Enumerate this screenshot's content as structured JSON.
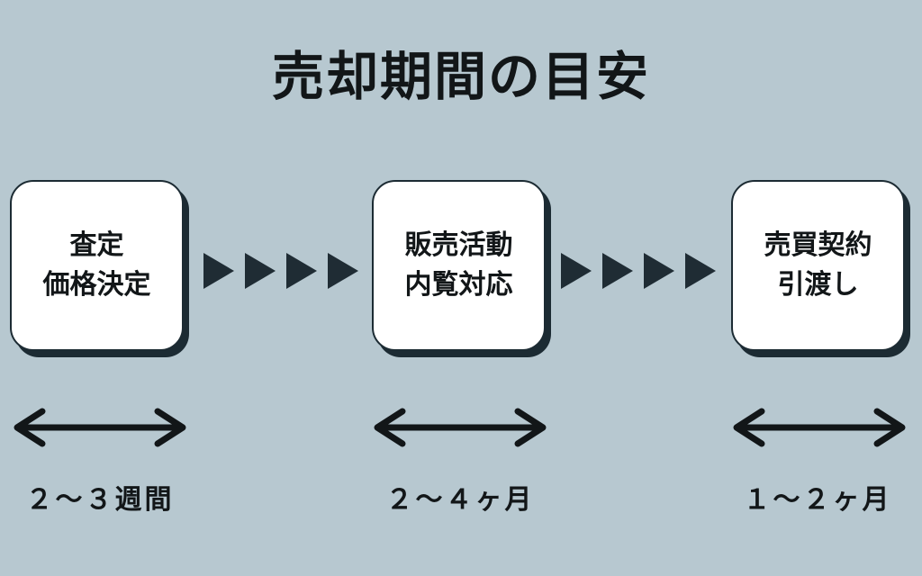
{
  "title": "売却期間の目安",
  "steps": [
    {
      "line1": "査定",
      "line2": "価格決定"
    },
    {
      "line1": "販売活動",
      "line2": "内覧対応"
    },
    {
      "line1": "売買契約",
      "line2": "引渡し"
    }
  ],
  "durations": [
    "２～３週間",
    "２～４ヶ月",
    "１～２ヶ月"
  ],
  "colors": {
    "background": "#b7c8d0",
    "card": "#ffffff",
    "card_shadow": "#1c2b33",
    "arrow": "#1f2c34",
    "text": "#121618"
  }
}
